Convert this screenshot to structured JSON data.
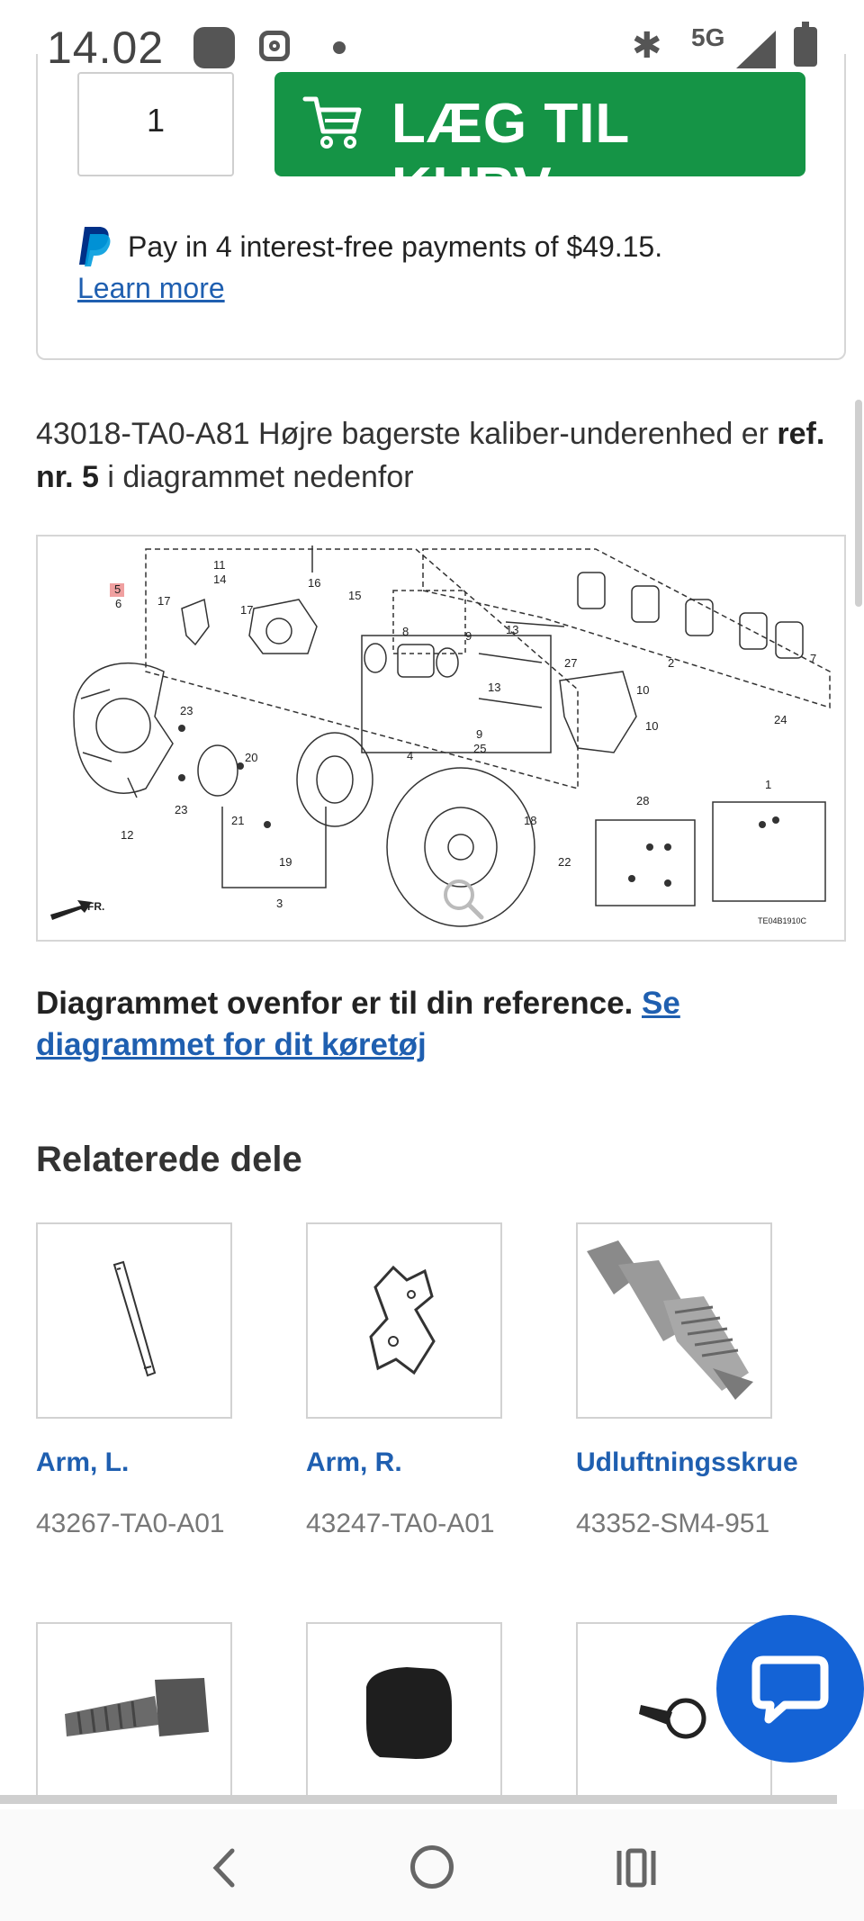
{
  "status_bar": {
    "time": "14.02",
    "network": "5G",
    "icons": [
      "notification-square-icon",
      "instagram-icon",
      "dot-icon",
      "bluetooth-icon",
      "signal-icon",
      "battery-icon"
    ]
  },
  "purchase": {
    "quantity": "1",
    "cart_button": "LÆG TIL KURV",
    "paypal_text": "Pay in 4 interest-free payments of $49.15.",
    "paypal_link": "Learn more"
  },
  "description": {
    "line": "43018-TA0-A81 Højre bagerste kaliber-underenhed er",
    "ref_label": "ref. nr. 5",
    "suffix": " i diagrammet nedenfor"
  },
  "diagram": {
    "code": "TE04B1910C",
    "fr_label": "FR.",
    "callouts": [
      "5",
      "6",
      "11",
      "14",
      "17",
      "17",
      "16",
      "15",
      "8",
      "9",
      "13",
      "27",
      "2",
      "7",
      "24",
      "23",
      "23",
      "12",
      "20",
      "21",
      "19",
      "3",
      "4",
      "13",
      "9",
      "25",
      "10",
      "10",
      "18",
      "22",
      "28",
      "1"
    ]
  },
  "reference_note": {
    "text": "Diagrammet ovenfor er til din reference. ",
    "link": "Se diagrammet for dit køretøj"
  },
  "related": {
    "title": "Relaterede dele",
    "items": [
      {
        "name": "Arm, L.",
        "number": "43267-TA0-A01"
      },
      {
        "name": "Arm, R.",
        "number": "43247-TA0-A01"
      },
      {
        "name": "Udluftningsskrue",
        "number": "43352-SM4-951"
      }
    ]
  },
  "colors": {
    "accent_green": "#159446",
    "link_blue": "#1f5fb0",
    "chat_blue": "#1463d6"
  }
}
